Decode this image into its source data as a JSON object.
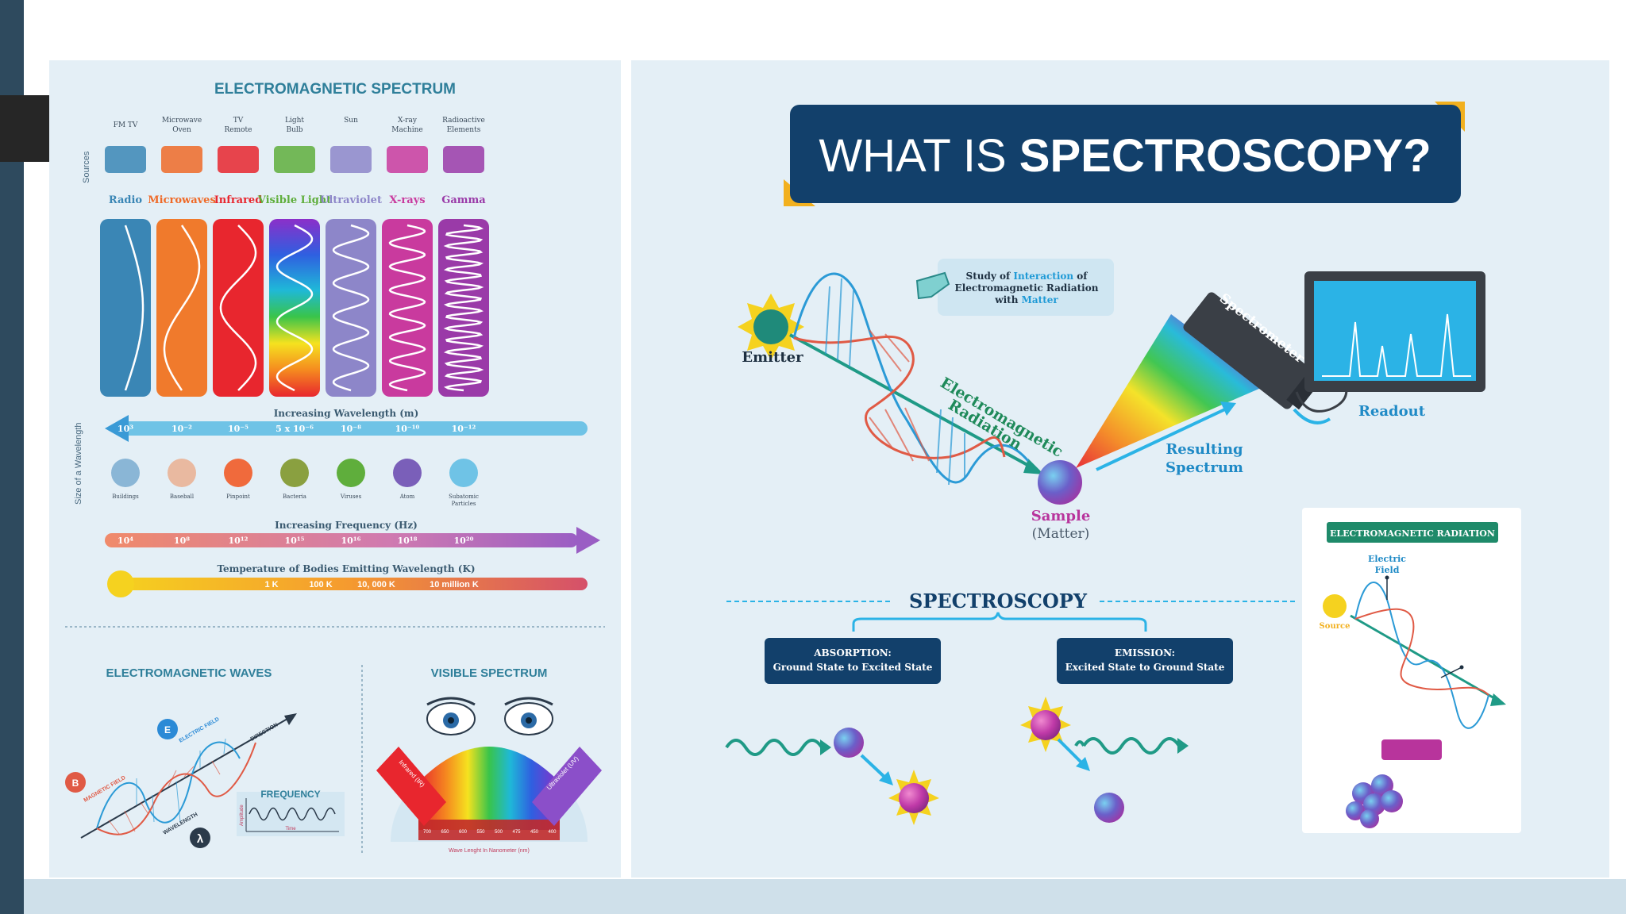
{
  "left": {
    "title": "ELECTROMAGNETIC SPECTRUM",
    "sources_label": "Sources",
    "sources": [
      {
        "top": "FM  TV",
        "name": "Radio",
        "color": "#3a86b5"
      },
      {
        "top": "Microwave Oven",
        "name": "Microwaves",
        "color": "#ef6a28"
      },
      {
        "top": "TV Remote",
        "name": "Infrared",
        "color": "#e8262e"
      },
      {
        "top": "Light Bulb",
        "name": "Visible Light",
        "color": "#5fae3c"
      },
      {
        "top": "Sun",
        "name": "Ultraviolet",
        "color": "#8d86c9"
      },
      {
        "top": "X-ray Machine",
        "name": "X-rays",
        "color": "#c93a9e"
      },
      {
        "top": "Radioactive Elements",
        "name": "Gamma",
        "color": "#9a3aa8"
      }
    ],
    "wavelength_title": "Increasing Wavelength (m)",
    "wavelength_ticks": [
      "10³",
      "10⁻²",
      "10⁻⁵",
      "5 x 10⁻⁶",
      "10⁻⁸",
      "10⁻¹⁰",
      "10⁻¹²"
    ],
    "size_label": "Size of a Wavelength",
    "sizes": [
      "Buildings",
      "Baseball",
      "Pinpoint",
      "Bacteria",
      "Viruses",
      "Atom",
      "Subatomic Particles"
    ],
    "frequency_title": "Increasing Frequency (Hz)",
    "frequency_ticks": [
      "10⁴",
      "10⁸",
      "10¹²",
      "10¹⁵",
      "10¹⁶",
      "10¹⁸",
      "10²⁰"
    ],
    "temperature_title": "Temperature of Bodies Emitting Wavelength (K)",
    "temperature_ticks": [
      "1 K",
      "100 K",
      "10, 000 K",
      "10 million K"
    ],
    "waves_title": "ELECTROMAGNETIC WAVES",
    "waves_labels": {
      "electric": "ELECTRIC FIELD",
      "magnetic": "MAGNETIC FIELD",
      "direction": "DIRECTION",
      "wavelength": "WAVELENGTH",
      "e": "E",
      "b": "B",
      "lambda": "λ",
      "frequency": "FREQUENCY",
      "amplitude": "Amplitude",
      "time": "Time"
    },
    "visible_title": "VISIBLE SPECTRUM",
    "visible_labels": {
      "infrared": "Infrared (IR)",
      "ultraviolet": "Ultraviolet (UV)",
      "axis": "Wave Lenght In Nanometer (nm)"
    },
    "visible_ticks": [
      "700",
      "650",
      "600",
      "550",
      "500",
      "475",
      "450",
      "400"
    ]
  },
  "right": {
    "title_light": "WHAT IS ",
    "title_bold": "SPECTROSCOPY?",
    "study_part1": "Study of ",
    "study_highlight1": "Interaction",
    "study_part2": " of",
    "study_line2": "Electromagnetic Radiation",
    "study_part3": "with ",
    "study_highlight2": "Matter",
    "emitter": "Emitter",
    "em_line1": "Electromagnetic",
    "em_line2": "Radiation",
    "spectrometer": "Spectrometer",
    "readout": "Readout",
    "resulting_line1": "Resulting",
    "resulting_line2": "Spectrum",
    "sample": "Sample",
    "matter": "(Matter)",
    "spectroscopy": "SPECTROSCOPY",
    "absorption_title": "ABSORPTION:",
    "absorption_desc": "Ground State to Excited State",
    "emission_title": "EMISSION:",
    "emission_desc": "Excited State to Ground State",
    "inset_title": "ELECTROMAGNETIC RADIATION",
    "electric_field_line1": "Electric",
    "electric_field_line2": "Field",
    "source": "Source"
  },
  "colors": {
    "navy": "#12406b",
    "teal": "#1f9a86",
    "title_teal": "#2f7f9a",
    "gold": "#f2b01e",
    "accent_blue": "#2bb3e6",
    "magenta": "#b8349c"
  }
}
